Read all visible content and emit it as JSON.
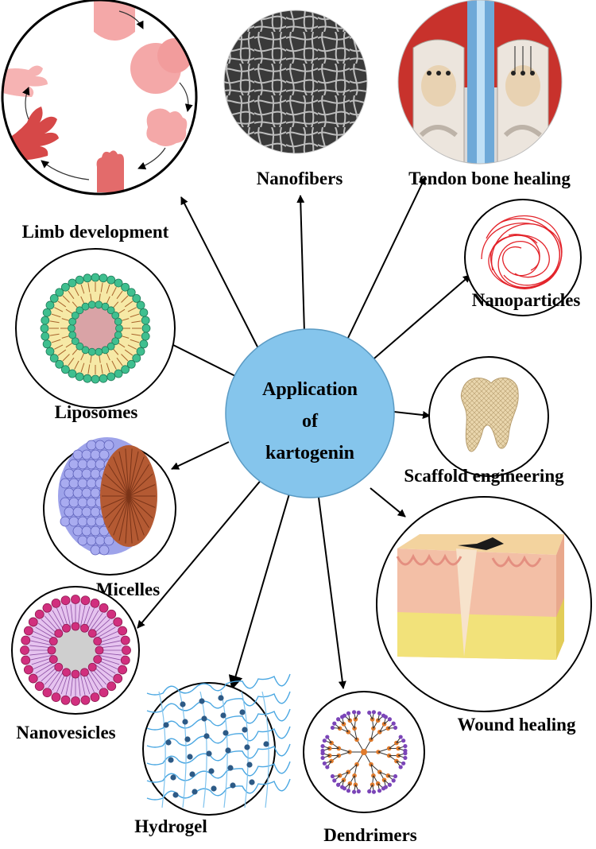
{
  "center": {
    "lines": [
      "Application",
      "of",
      "kartogenin"
    ]
  },
  "applications": [
    {
      "id": "limb-development",
      "label": "Limb development"
    },
    {
      "id": "nanofibers",
      "label": "Nanofibers"
    },
    {
      "id": "tendon-bone-healing",
      "label": "Tendon bone healing"
    },
    {
      "id": "nanoparticles",
      "label": "Nanoparticles"
    },
    {
      "id": "liposomes",
      "label": "Liposomes"
    },
    {
      "id": "scaffold-engineering",
      "label": "Scaffold engineering"
    },
    {
      "id": "micelles",
      "label": "Micelles"
    },
    {
      "id": "wound-healing",
      "label": "Wound healing"
    },
    {
      "id": "nanovesicles",
      "label": "Nanovesicles"
    },
    {
      "id": "hydrogel",
      "label": "Hydrogel"
    },
    {
      "id": "dendrimers",
      "label": "Dendrimers"
    }
  ],
  "colors": {
    "center_fill": "#85c5ec",
    "arrow": "#000000"
  }
}
